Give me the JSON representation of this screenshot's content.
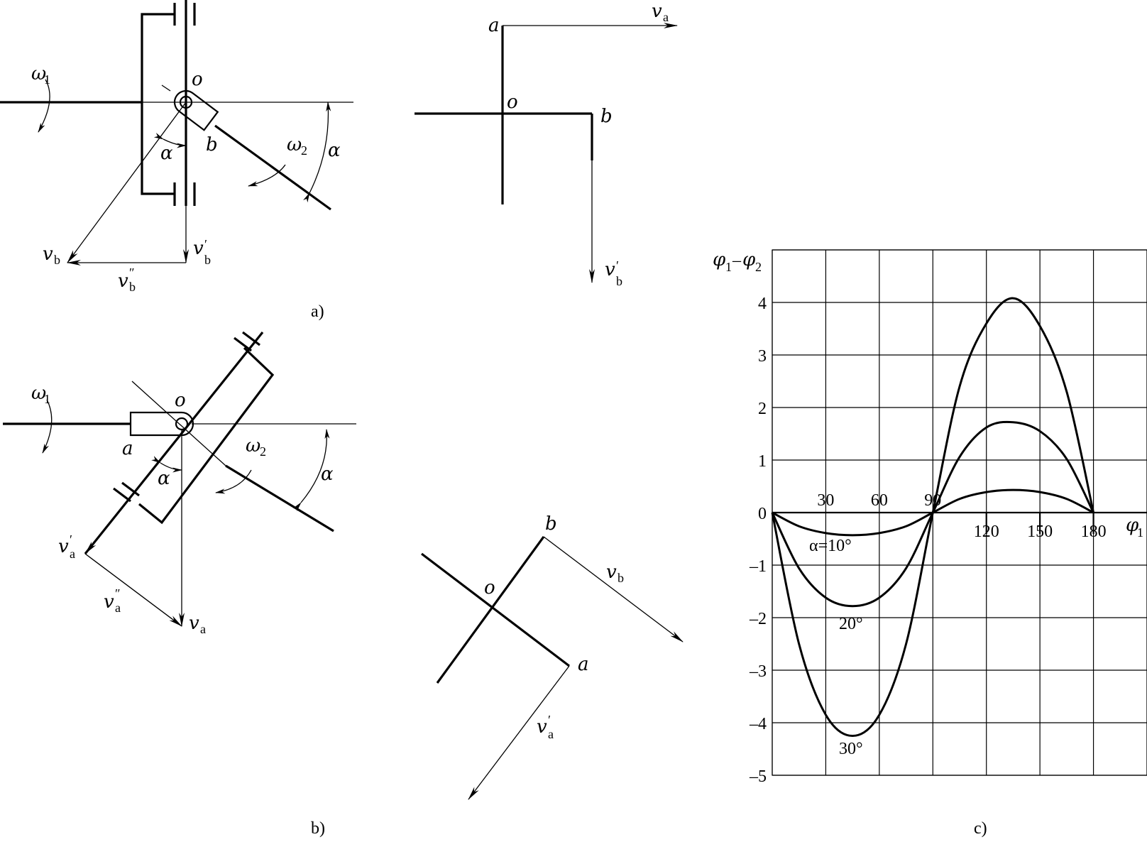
{
  "panels": {
    "a": {
      "caption": "a)",
      "omega1": "ω",
      "omega1_sub": "1",
      "omega2": "ω",
      "omega2_sub": "2",
      "o": "o",
      "b": "b",
      "alpha": "α",
      "v": "v",
      "vb_sub": "b",
      "vb_prime": "′",
      "vb_dprime": "″",
      "vector_a": "a",
      "vector_o": "o",
      "vector_b": "b",
      "va_sub": "a"
    },
    "b": {
      "caption": "b)",
      "omega1": "ω",
      "omega1_sub": "1",
      "omega2": "ω",
      "omega2_sub": "2",
      "o": "o",
      "a": "a",
      "alpha": "α",
      "v": "v",
      "va_sub": "a",
      "prime": "′",
      "dprime": "″",
      "vector_a": "a",
      "vector_o": "o",
      "vector_b": "b",
      "vb_sub": "b"
    },
    "c": {
      "caption": "c)"
    }
  },
  "chart_data": {
    "type": "line",
    "ylabel_phi": "φ",
    "ylabel_sub1": "1",
    "ylabel_minus": "–",
    "ylabel_sub2": "2",
    "xlabel_phi": "φ",
    "xlabel_sub": "1",
    "x_tick_labels": [
      "30",
      "60",
      "90",
      "120",
      "150",
      "180"
    ],
    "y_tick_labels": [
      "4",
      "3",
      "2",
      "1",
      "0",
      "–1",
      "–2",
      "–3",
      "–4",
      "–5"
    ],
    "xlim": [
      0,
      210
    ],
    "ylim": [
      -5,
      5
    ],
    "series": [
      {
        "name": "α=10°",
        "x": [
          0,
          15,
          30,
          45,
          60,
          75,
          90,
          105,
          120,
          135,
          150,
          165,
          180
        ],
        "y": [
          0,
          -0.26,
          -0.39,
          -0.43,
          -0.39,
          -0.26,
          0,
          0.26,
          0.39,
          0.43,
          0.39,
          0.26,
          0
        ]
      },
      {
        "name": "20°",
        "x": [
          0,
          15,
          30,
          45,
          60,
          75,
          90,
          105,
          120,
          135,
          150,
          165,
          180
        ],
        "y": [
          0,
          -1.06,
          -1.62,
          -1.78,
          -1.62,
          -1.06,
          0,
          1.06,
          1.62,
          1.72,
          1.55,
          1.02,
          0
        ]
      },
      {
        "name": "30°",
        "x": [
          0,
          15,
          30,
          45,
          60,
          75,
          90,
          105,
          120,
          135,
          150,
          165,
          180
        ],
        "y": [
          0,
          -2.5,
          -3.85,
          -4.25,
          -3.85,
          -2.5,
          0,
          2.4,
          3.6,
          4.08,
          3.55,
          2.3,
          0
        ]
      }
    ]
  }
}
